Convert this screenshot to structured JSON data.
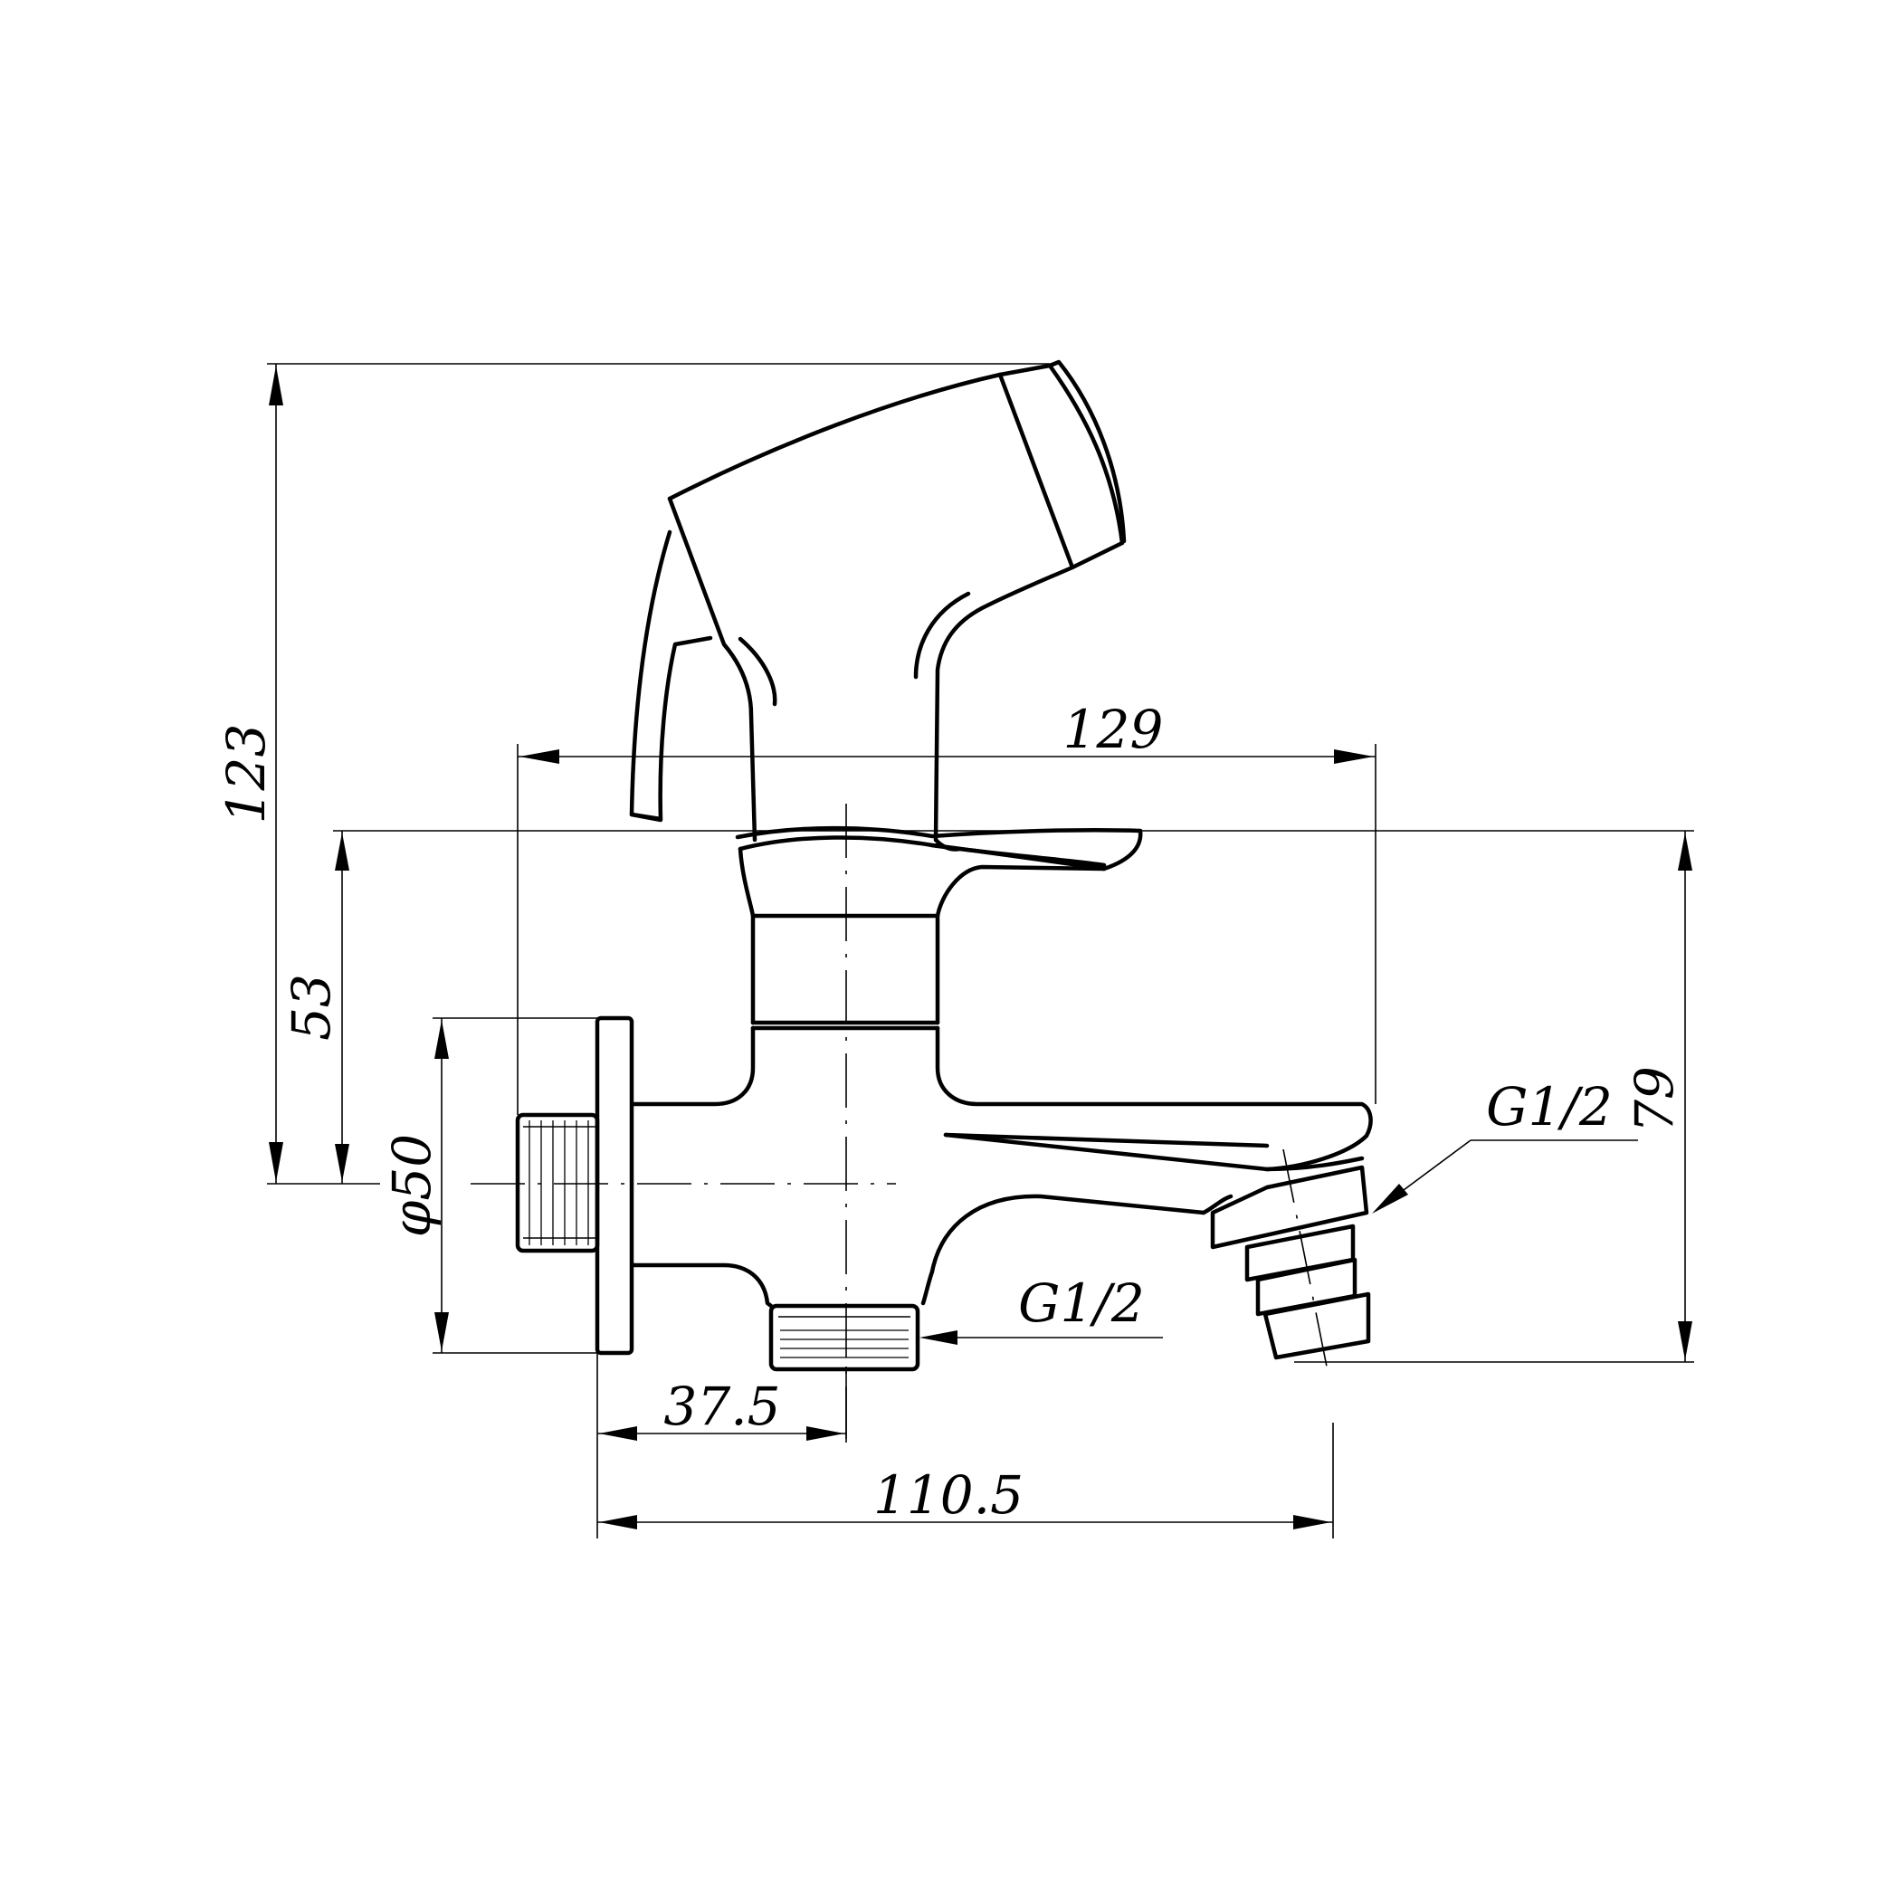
{
  "dimensions": {
    "total_height": "123",
    "body_width": "129",
    "handle_height": "53",
    "rosette_diameter": "φ50",
    "outlet_height": "79",
    "right_thread": "G1/2",
    "bottom_thread": "G1/2",
    "inlet_offset": "37.5",
    "overall_depth": "110.5"
  }
}
